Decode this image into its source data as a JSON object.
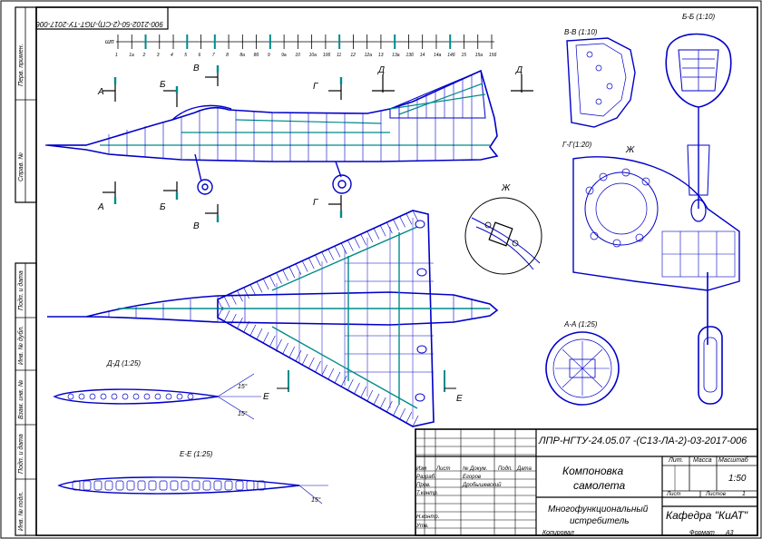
{
  "stamp_top": "900-2102-50-(2-СП)-ЛGТ-ТУ-2017-006",
  "frame_scale": {
    "label": "шп",
    "ticks": [
      "1",
      "1а",
      "2",
      "3",
      "4",
      "5",
      "6",
      "7",
      "8",
      "8а",
      "8б",
      "9",
      "9а",
      "10",
      "10а",
      "10б",
      "11",
      "12",
      "12а",
      "13",
      "13а",
      "13б",
      "14",
      "14а",
      "14б",
      "15",
      "15а",
      "15б"
    ]
  },
  "section_marks": {
    "A": "А",
    "B": "Б",
    "V": "В",
    "G": "Г",
    "D": "Д",
    "E": "Е",
    "ZH": "Ж"
  },
  "view_labels": {
    "v_v": "В-В (1:10)",
    "b_b": "Б-Б (1:10)",
    "g_g": "Г-Г(1:20)",
    "a_a": "А-А (1:25)",
    "d_d": "Д-Д (1:25)",
    "e_e": "Е-Е (1:25)",
    "zh": "Ж"
  },
  "left_strip": [
    "Перв. примен.",
    "Справ. №",
    "Подп. и дата",
    "Инв. № дубл.",
    "Взам. инв. №",
    "Подп. и дата",
    "Инв. № подл."
  ],
  "angles": [
    "15°",
    "15°",
    "15°"
  ],
  "title_block": {
    "doc_number": "ЛПР-НГТУ-24.05.07 -(С13-ЛА-2)-03-2017-006",
    "title_line1": "Компоновка",
    "title_line2": "самолета",
    "subtitle_line1": "Многофункциональный",
    "subtitle_line2": "истребитель",
    "col_izm": "Изм",
    "col_list": "Лист",
    "col_ndoc": "№ Докум.",
    "col_podp": "Подп.",
    "col_data": "Дата",
    "role_razrab": "Разраб.",
    "role_prov": "Пров.",
    "role_tkontr": "Т.контр.",
    "role_nkontr": "Н.контр.",
    "role_utv": "Утв.",
    "name_razrab": "Егоров",
    "name_prov": "Дробышевский",
    "lit_label": "Лит.",
    "massa_label": "Масса",
    "masshtab_label": "Масштаб",
    "scale_value": "1:50",
    "list_label": "Лист",
    "listov_label": "Листов",
    "listov_value": "1",
    "department": "Кафедра \"КиАТ\"",
    "kopiroval": "Копировал",
    "format_label": "Формат",
    "format_value": "А3"
  }
}
